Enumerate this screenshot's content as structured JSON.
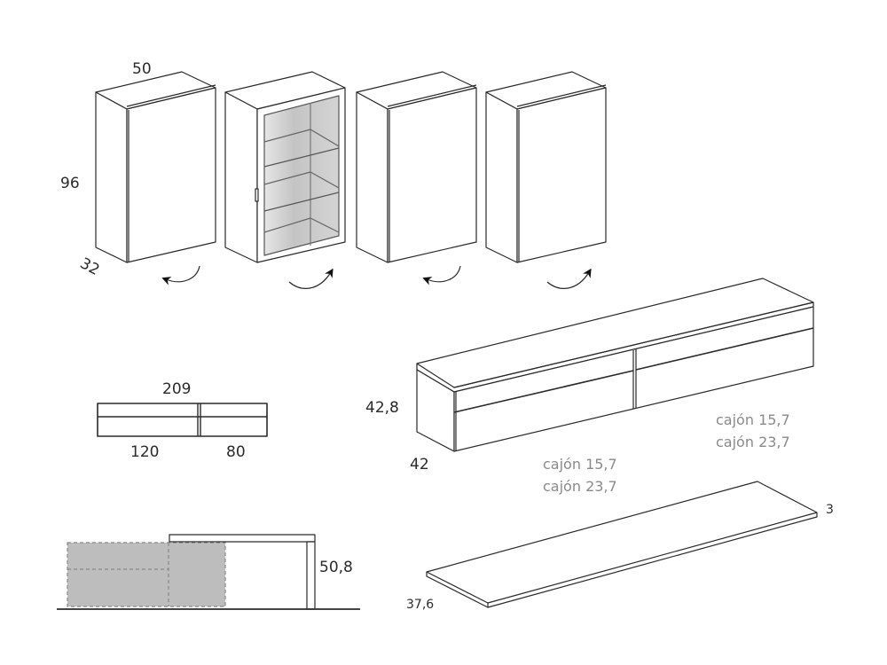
{
  "wall_cabinets": {
    "width": "50",
    "height": "96",
    "depth": "32",
    "units": [
      {
        "type": "solid-door",
        "opening": "left"
      },
      {
        "type": "glass-door",
        "opening": "right"
      },
      {
        "type": "solid-door",
        "opening": "left"
      },
      {
        "type": "solid-door",
        "opening": "right"
      }
    ]
  },
  "plan_view": {
    "total_width": "209",
    "left_width": "120",
    "right_width": "80"
  },
  "sideboard": {
    "height": "42,8",
    "depth": "42",
    "drawers_right": [
      "cajón 15,7",
      "cajón 23,7"
    ],
    "drawers_left": [
      "cajón 15,7",
      "cajón 23,7"
    ]
  },
  "side_elevation": {
    "height": "50,8"
  },
  "top_panel": {
    "thickness": "3",
    "depth": "37,6"
  },
  "colors": {
    "line": "#2a2a2a",
    "glass": "#c8c8c8",
    "ghost_fill": "#bdbdbd",
    "annotation_grey": "#8a8a8a"
  }
}
